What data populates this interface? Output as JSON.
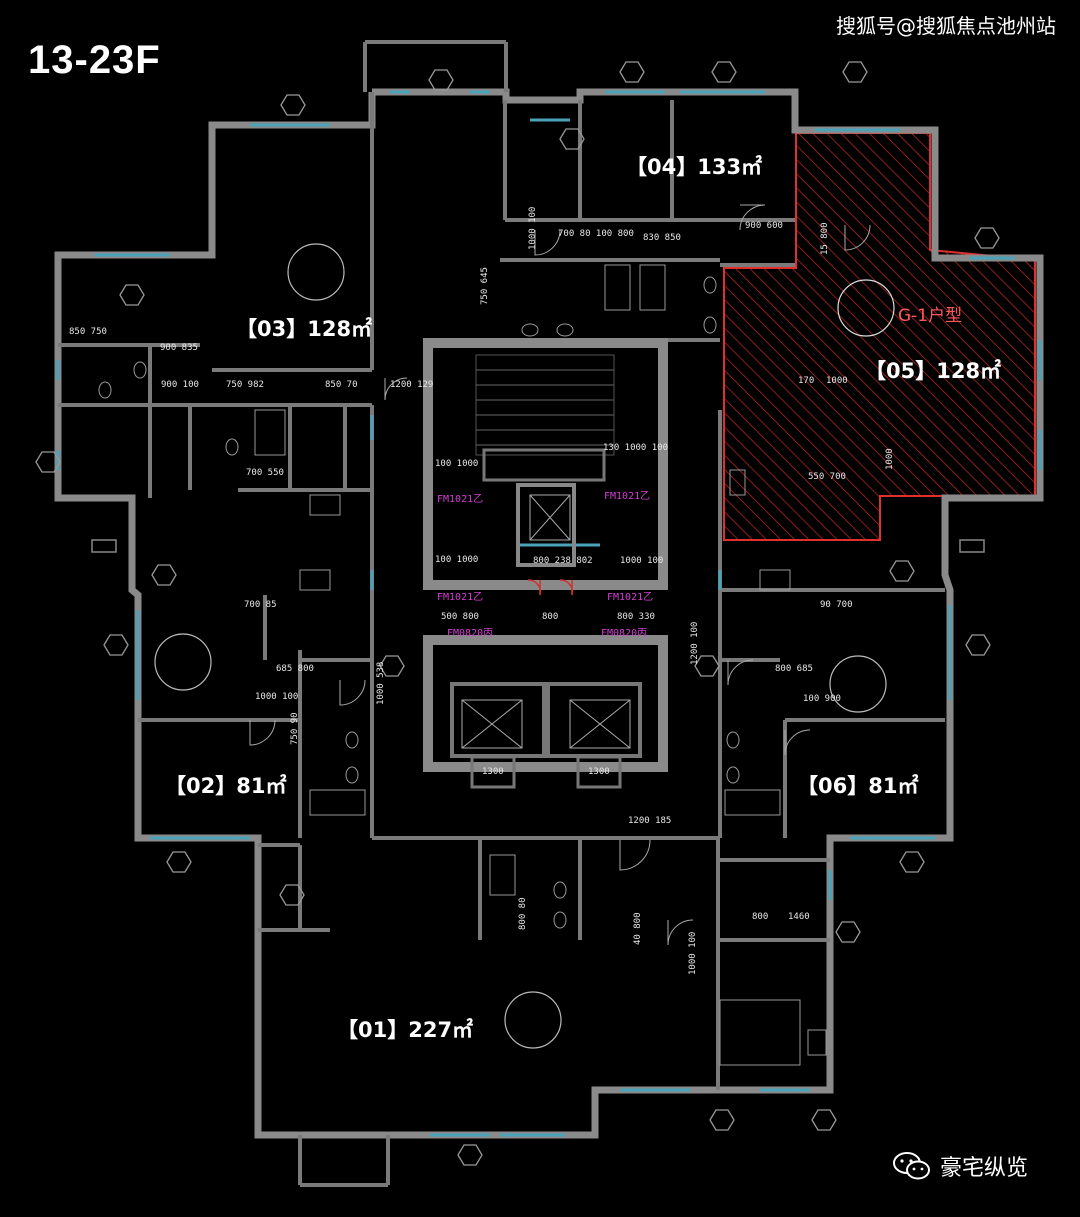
{
  "floor_label": "13-23F",
  "watermark_top": "搜狐号@搜狐焦点池州站",
  "watermark_bottom": "豪宅纵览",
  "highlight_color": "#e0302e",
  "type_label": "G-1户型",
  "units": {
    "u01": "【01】227㎡",
    "u02": "【02】81㎡",
    "u03": "【03】128㎡",
    "u04": "【04】133㎡",
    "u05": "【05】128㎡",
    "u06": "【06】81㎡"
  },
  "door_tags": {
    "fm1": "FM1021乙",
    "fm2": "FM1021乙",
    "fm3": "FM1021乙",
    "fm4": "FM1021乙",
    "fm5": "FM0820丙",
    "fm6": "FM0820丙"
  },
  "dims": {
    "d1": "850  750",
    "d2": "900  835",
    "d3": "900 100",
    "d4": "750  982",
    "d5": "850 70",
    "d6": "1200  129",
    "d7": "700  550",
    "d8": "1000 100",
    "d9": "685  800",
    "d10": "700 85",
    "d11": "900  600",
    "d12": "830   850",
    "d13": "700 80 100 800",
    "d14": "170",
    "d15": "1000",
    "d16": "550  700",
    "d17": "100 1000",
    "d18": "130 1000 100",
    "d19": "100 1000",
    "d20": "1000 100",
    "d21": "500  800",
    "d22": "800",
    "d23": "800  330",
    "d24": "800 238 802",
    "d25": "1300",
    "d26": "1300",
    "d27": "1200  185",
    "d28": "800",
    "d29": "1460",
    "d30": "100 900",
    "d31": "800  685",
    "d32": "90 700",
    "d33": "1200  100",
    "d34": "1000  538",
    "d35": "1000 100",
    "d36": "750  645",
    "d37": "15  800",
    "d38": "1000",
    "d39": "750  90",
    "d40": "800 80",
    "d41": "40 800",
    "d42": "1000 100"
  }
}
